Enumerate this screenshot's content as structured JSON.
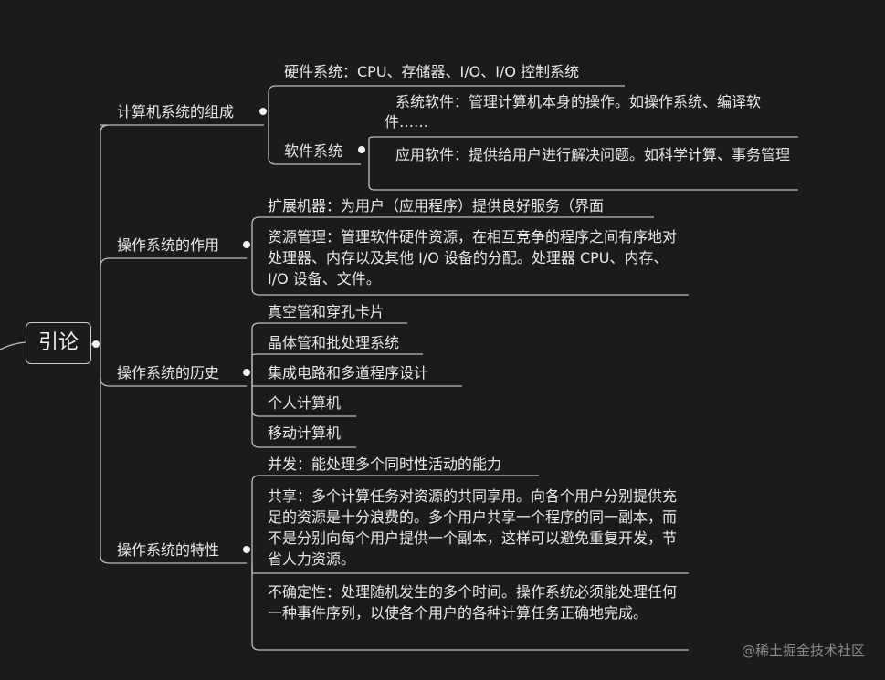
{
  "root": {
    "label": "引论"
  },
  "branches": [
    {
      "label": "计算机系统的组成",
      "children": [
        {
          "text": "硬件系统：CPU、存储器、I/O、I/O 控制系统"
        },
        {
          "text": "软件系统",
          "children": [
            {
              "text": "系统软件：管理计算机本身的操作。如操作系统、编译软件……"
            },
            {
              "text": "应用软件：提供给用户进行解决问题。如科学计算、事务管理"
            }
          ]
        }
      ]
    },
    {
      "label": "操作系统的作用",
      "children": [
        {
          "text": "扩展机器：为用户（应用程序）提供良好服务（界面"
        },
        {
          "text": "资源管理：管理软件硬件资源，在相互竞争的程序之间有序地对处理器、内存以及其他 I/O 设备的分配。处理器 CPU、内存、I/O 设备、文件。"
        }
      ]
    },
    {
      "label": "操作系统的历史",
      "children": [
        {
          "text": "真空管和穿孔卡片"
        },
        {
          "text": "晶体管和批处理系统"
        },
        {
          "text": "集成电路和多道程序设计"
        },
        {
          "text": "个人计算机"
        },
        {
          "text": "移动计算机"
        }
      ]
    },
    {
      "label": "操作系统的特性",
      "children": [
        {
          "text": "并发：能处理多个同时性活动的能力"
        },
        {
          "text": "共享：多个计算任务对资源的共同享用。向各个用户分别提供充足的资源是十分浪费的。多个用户共享一个程序的同一副本，而不是分别向每个用户提供一个副本，这样可以避免重复开发，节省人力资源。"
        },
        {
          "text": "不确定性：处理随机发生的多个时间。操作系统必须能处理任何一种事件序列，以使各个用户的各种计算任务正确地完成。"
        }
      ]
    }
  ],
  "watermark": "@稀土掘金技术社区",
  "colors": {
    "background": "#1b1b1c",
    "line": "#bdbdbd",
    "text": "#e8e8e8"
  }
}
